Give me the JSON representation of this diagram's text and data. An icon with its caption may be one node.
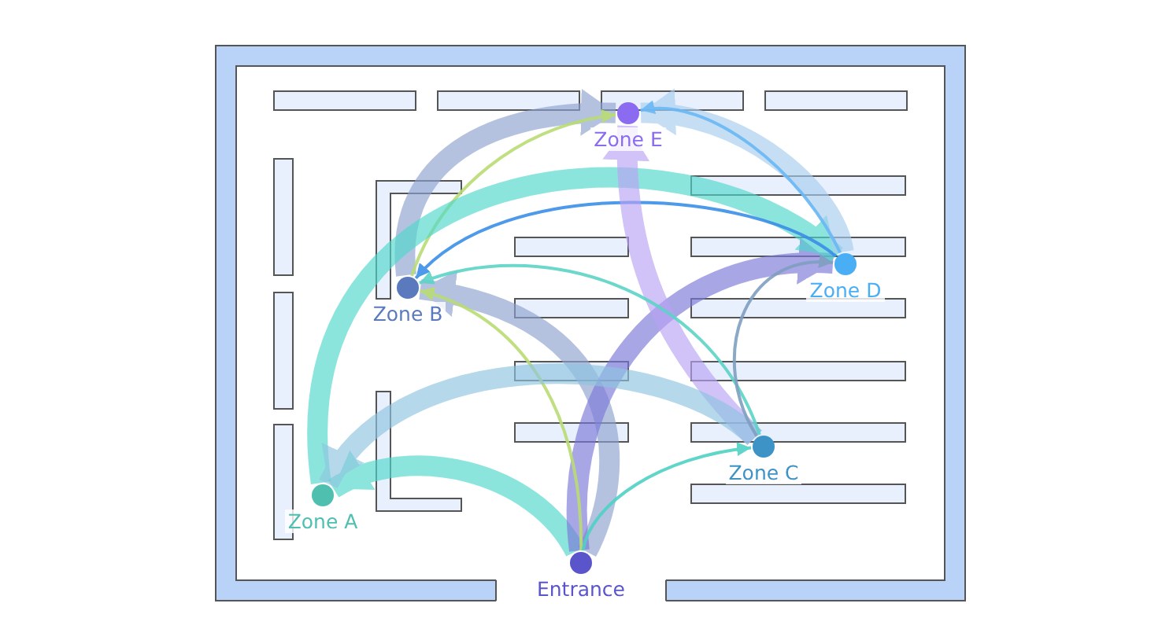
{
  "diagram": {
    "nodes": [
      {
        "text": [
          "Zone E"
        ]
      },
      {
        "text": [
          "Zone D"
        ]
      },
      {
        "text": [
          "Zone B"
        ]
      },
      {
        "text": [
          "Zone C"
        ]
      },
      {
        "text": [
          "Zone A"
        ]
      },
      {
        "text": [
          "Entrance"
        ]
      }
    ],
    "edges": [
      {
        "from": 5,
        "to": 4,
        "arrow": "to",
        "color": "#4fd8cc"
      },
      {
        "from": 5,
        "to": 2,
        "arrow": "to",
        "color": "#8fa3cf"
      },
      {
        "from": 5,
        "to": 1,
        "arrow": "to",
        "color": "#7b78d8"
      },
      {
        "from": 5,
        "to": 2,
        "arrow": "to",
        "color": "#b9dc74"
      },
      {
        "from": 5,
        "to": 3,
        "arrow": "to",
        "color": "#4fd1c5"
      },
      {
        "from": 2,
        "to": 0,
        "arrow": "to",
        "color": "#8fa3cf"
      },
      {
        "from": 2,
        "to": 0,
        "arrow": "to",
        "color": "#b9dc74"
      },
      {
        "from": 4,
        "to": 1,
        "arrow": "to",
        "color": "#4fd8cc"
      },
      {
        "from": 1,
        "to": 2,
        "arrow": "to",
        "color": "#3a8ee8"
      },
      {
        "from": 1,
        "to": 0,
        "arrow": "to",
        "color": "#a9cdef"
      },
      {
        "from": 1,
        "to": 0,
        "arrow": "to",
        "color": "#6ab8f5"
      },
      {
        "from": 3,
        "to": 0,
        "arrow": "to",
        "color": "#b9a2f5"
      },
      {
        "from": 3,
        "to": 4,
        "arrow": "to",
        "color": "#8ec5e0"
      },
      {
        "from": 3,
        "to": 2,
        "arrow": "to",
        "color": "#5dd3c6"
      },
      {
        "from": 3,
        "to": 1,
        "arrow": "to",
        "color": "#7f9fc0"
      }
    ]
  }
}
